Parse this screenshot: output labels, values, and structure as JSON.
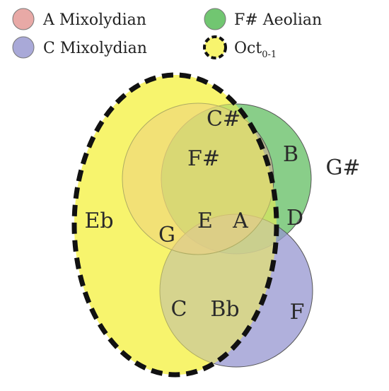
{
  "legend": {
    "a_mixolydian": {
      "label": "A Mixolydian",
      "color": "#e8a9a6"
    },
    "c_mixolydian": {
      "label": "C Mixolydian",
      "color": "#a9a9d8"
    },
    "fsharp_aeolian": {
      "label": "F# Aeolian",
      "color": "#71c671"
    },
    "oct": {
      "label": "Oct",
      "subscript": "0-1",
      "color": "#f7f46e"
    }
  },
  "notes": {
    "csharp": "C#",
    "fsharp": "F#",
    "b": "B",
    "gsharp": "G#",
    "eb": "Eb",
    "g": "G",
    "e": "E",
    "a": "A",
    "d": "D",
    "c": "C",
    "bb": "Bb",
    "f": "F"
  }
}
